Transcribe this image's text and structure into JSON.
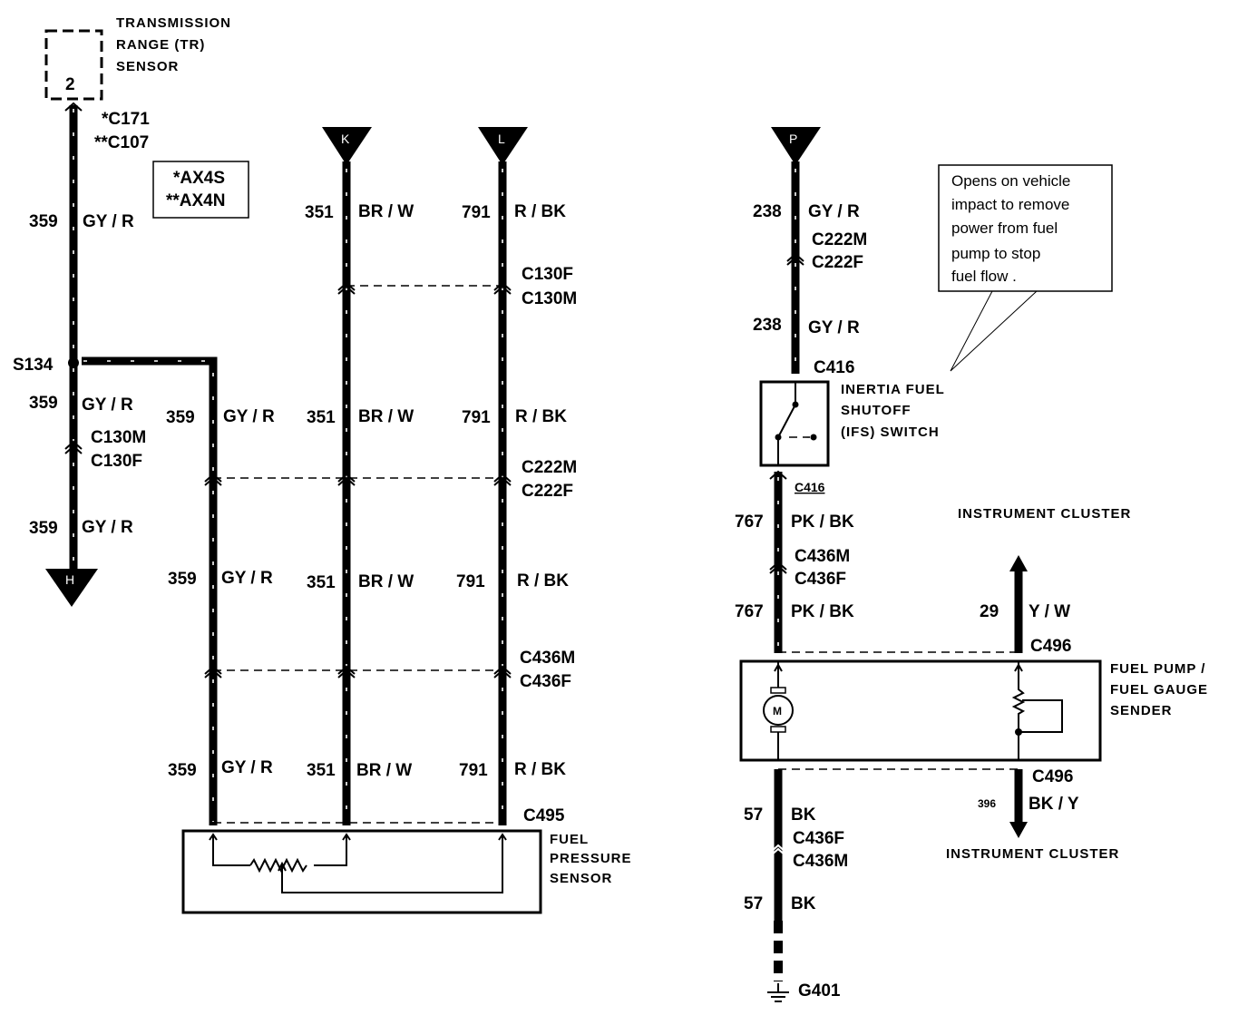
{
  "components": {
    "tr_sensor": {
      "name": "TRANSMISSION RANGE (TR) SENSOR",
      "lines": [
        "TRANSMISSION",
        "RANGE (TR)",
        "SENSOR"
      ],
      "pin": "2"
    },
    "fuel_pressure_sensor": {
      "lines": [
        "FUEL",
        "PRESSURE",
        "SENSOR"
      ]
    },
    "ifs_switch": {
      "lines": [
        "INERTIA FUEL",
        "SHUTOFF",
        "(IFS) SWITCH"
      ]
    },
    "fuel_pump": {
      "lines": [
        "FUEL PUMP /",
        "FUEL GAUGE",
        "SENDER"
      ],
      "motor": "M"
    },
    "cluster_top": "INSTRUMENT CLUSTER",
    "cluster_bottom": "INSTRUMENT CLUSTER"
  },
  "variant_box": {
    "line1": "*AX4S",
    "line2": "**AX4N"
  },
  "note": {
    "lines": [
      "Opens on vehicle",
      "impact to remove",
      "power from fuel",
      "pump to stop",
      "fuel flow ."
    ]
  },
  "offpage": {
    "K": "K",
    "L": "L",
    "P": "P",
    "H": "H"
  },
  "splice": "S134",
  "ground": "G401",
  "connectors": {
    "c171": "*C171",
    "c107": "**C107",
    "c130f": "C130F",
    "c130m": "C130M",
    "c130m_b": "C130M",
    "c130f_b": "C130F",
    "c222m": "C222M",
    "c222f": "C222F",
    "c436m": "C436M",
    "c436f": "C436F",
    "c495": "C495",
    "c222m_p": "C222M",
    "c222f_p": "C222F",
    "c416_top": "C416",
    "c416_bot": "C416",
    "c436m_p": "C436M",
    "c436f_p": "C436F",
    "c496_top": "C496",
    "c496_bot": "C496",
    "c436f_g": "C436F",
    "c436m_g": "C436M"
  },
  "wires": {
    "w359": {
      "num": "359",
      "color": "GY / R"
    },
    "w351": {
      "num": "351",
      "color": "BR / W"
    },
    "w791": {
      "num": "791",
      "color": "R / BK"
    },
    "w238": {
      "num": "238",
      "color": "GY / R"
    },
    "w767": {
      "num": "767",
      "color": "PK / BK"
    },
    "w29": {
      "num": "29",
      "color": "Y / W"
    },
    "w396": {
      "num": "396",
      "color": "BK / Y"
    },
    "w57": {
      "num": "57",
      "color": "BK"
    }
  }
}
